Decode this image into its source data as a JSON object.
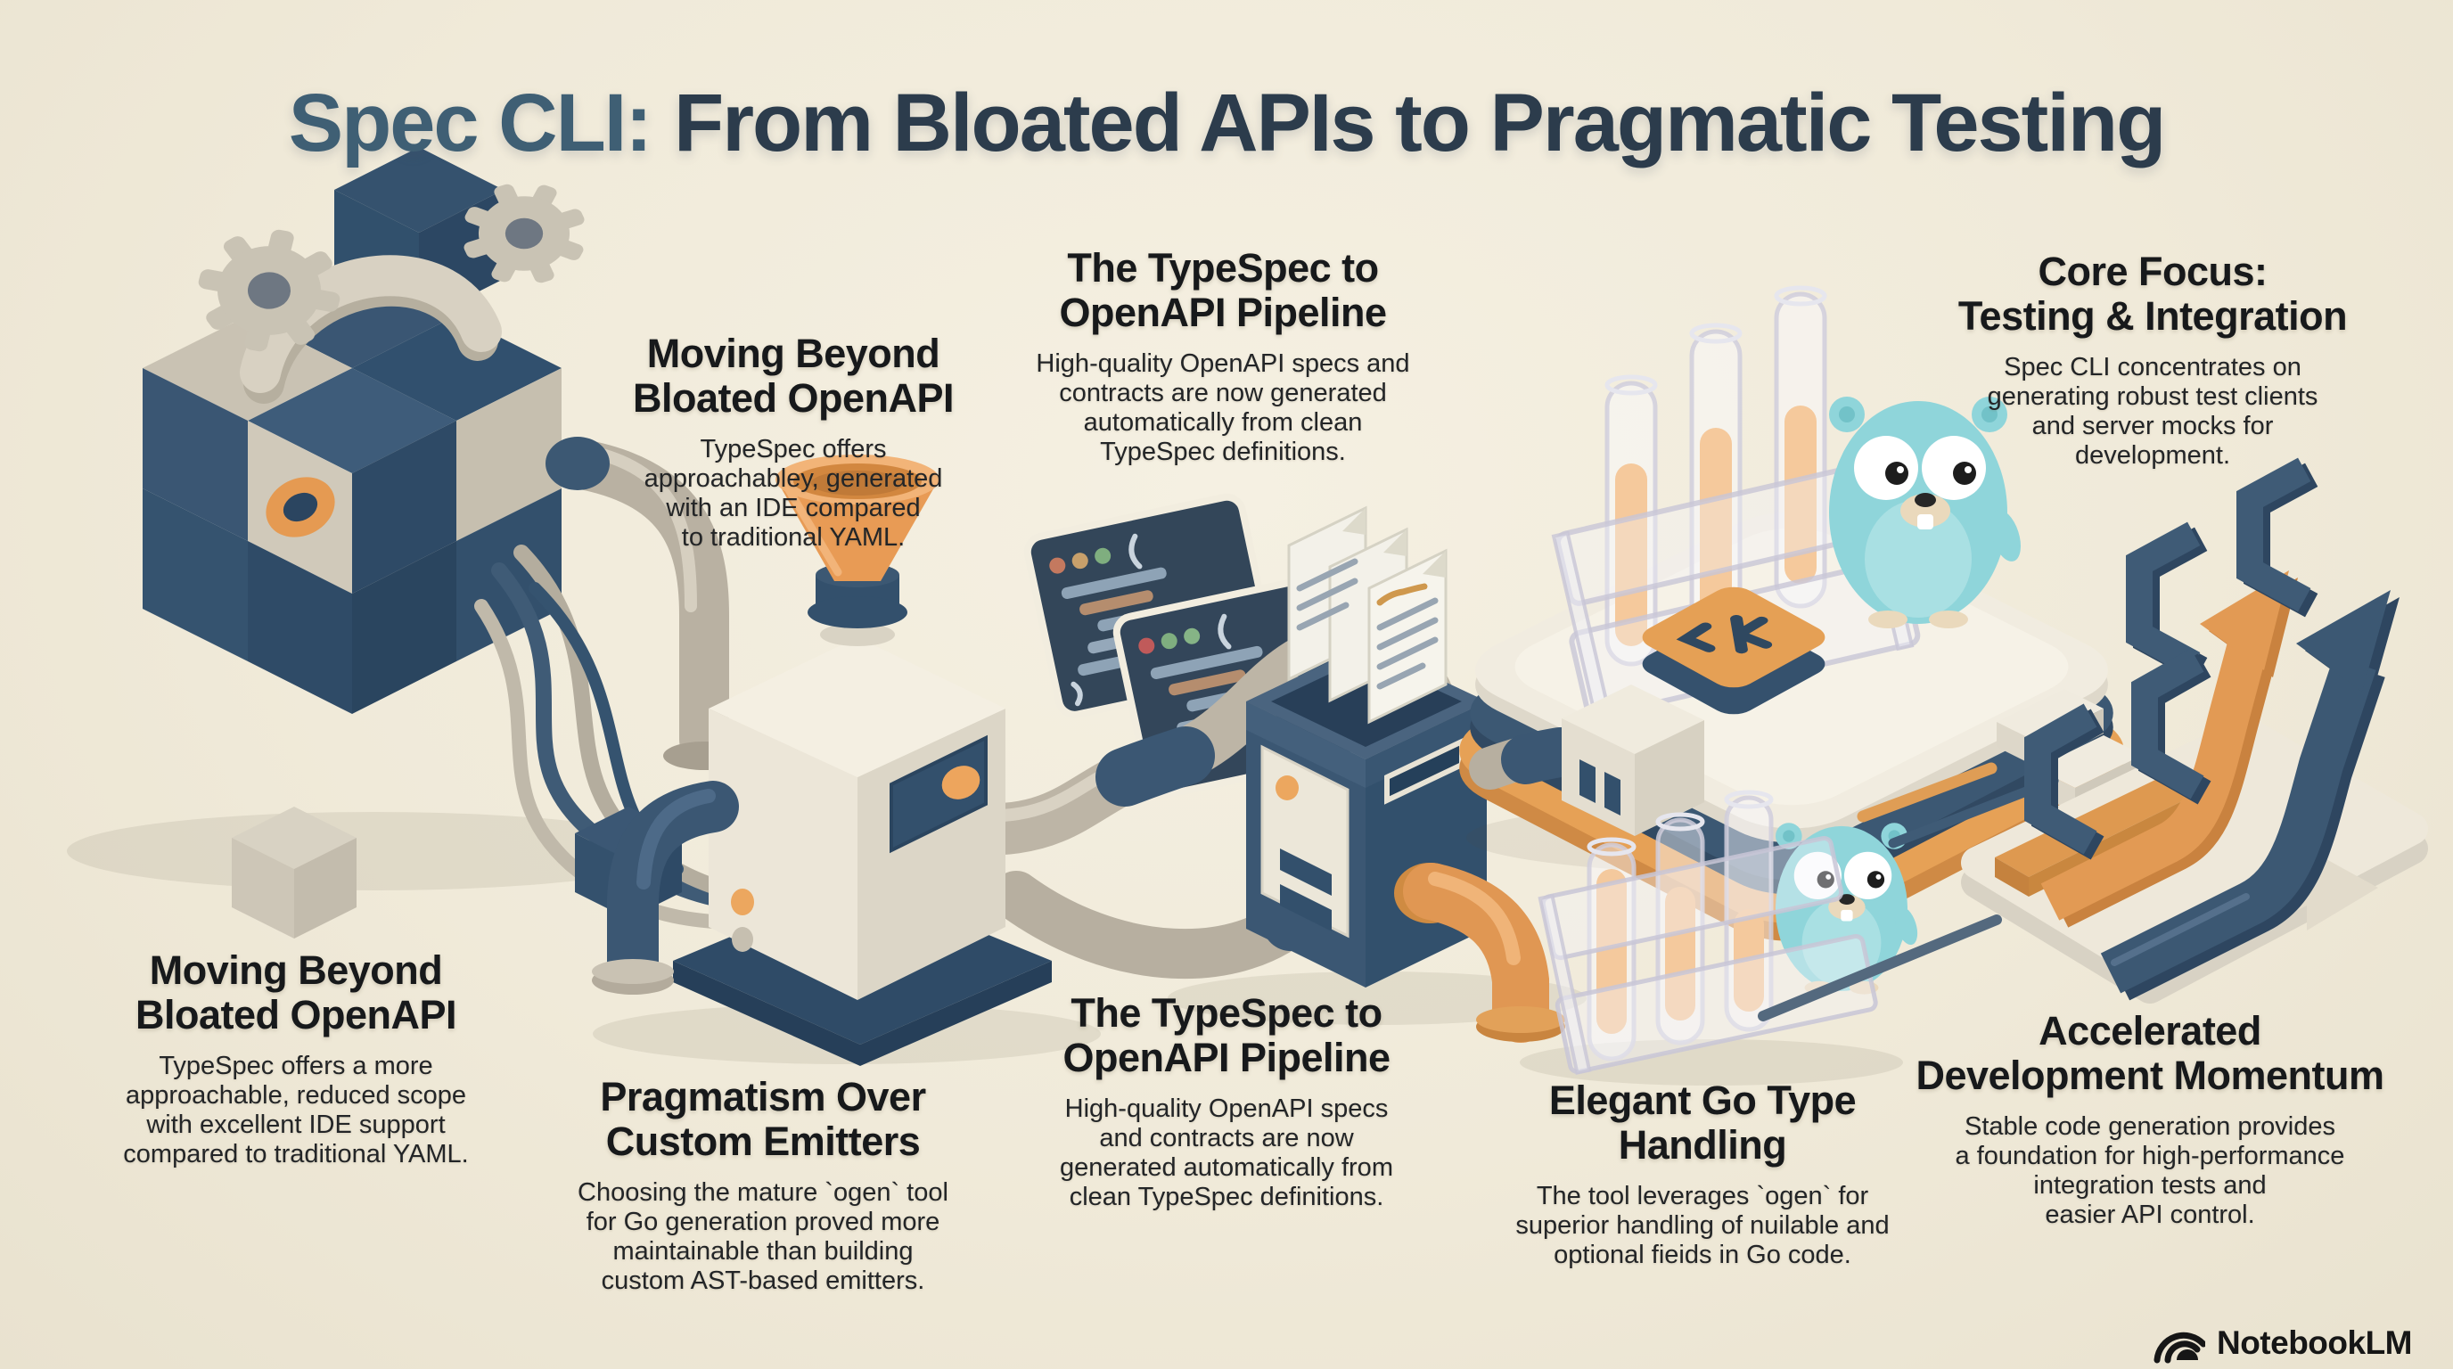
{
  "title": {
    "accent": "Spec CLI:",
    "main": "From Bloated APIs to Pragmatic Testing"
  },
  "sections": [
    {
      "id": "moving-beyond-top",
      "heading": "Moving Beyond\nBloated OpenAPI",
      "body": "TypeSpec offers\napproachabley, generated\nwith an IDE compared\nto traditional YAML."
    },
    {
      "id": "typespec-pipeline-top",
      "heading": "The TypeSpec to\nOpenAPI Pipeline",
      "body": "High-quality OpenAPI specs and\ncontracts are now generated\nautomatically from clean\nTypeSpec definitions."
    },
    {
      "id": "core-focus",
      "heading": "Core Focus:\nTesting & Integration",
      "body": "Spec CLI concentrates on\ngenerating robust test clients\nand server mocks for\ndevelopment."
    },
    {
      "id": "moving-beyond-bottom",
      "heading": "Moving Beyond\nBloated OpenAPI",
      "body": "TypeSpec offers a more\napproachable, reduced scope\nwith excellent IDE support\ncompared to traditional YAML."
    },
    {
      "id": "pragmatism-over-emitters",
      "heading": "Pragmatism Over\nCustom Emitters",
      "body": "Choosing the mature `ogen` tool\nfor Go generation proved more\nmaintainable than building\ncustom AST-based emitters."
    },
    {
      "id": "typespec-pipeline-bottom",
      "heading": "The TypeSpec to\nOpenAPI Pipeline",
      "body": "High-quality OpenAPI specs\nand contracts are now\ngenerated automatically from\nclean TypeSpec definitions."
    },
    {
      "id": "elegant-go-types",
      "heading": "Elegant Go Type\nHandling",
      "body": "The tool leverages `ogen` for\nsuperior handling of nuilable and\noptional fieids in Go code."
    },
    {
      "id": "accelerated-momentum",
      "heading": "Accelerated\nDevelopment Momentum",
      "body": "Stable code generation provides\na foundation for high-performance\nintegration tests and\neasier API control."
    }
  ],
  "watermark": {
    "brand": "NotebookLM"
  },
  "colors": {
    "background": "#f0ead9",
    "navy": "#3c5873",
    "navy_dark": "#2e4a66",
    "cream": "#ece6d8",
    "orange": "#e89b55",
    "gopher_cyan": "#8fd5da",
    "liquid_orange": "#f0a04c",
    "title_accent": "#3f5f74",
    "title_main": "#2c3c4c",
    "text": "#1d1d1f"
  },
  "icons": [
    "gear-icon",
    "funnel-icon",
    "pipe",
    "cable",
    "code-window-icon",
    "document-icon",
    "test-tube-icon",
    "gopher-mascot-icon",
    "code-button-icon",
    "stairs-icon",
    "growth-arrow-icon",
    "bracket-icon",
    "notebooklm-logo-icon"
  ]
}
